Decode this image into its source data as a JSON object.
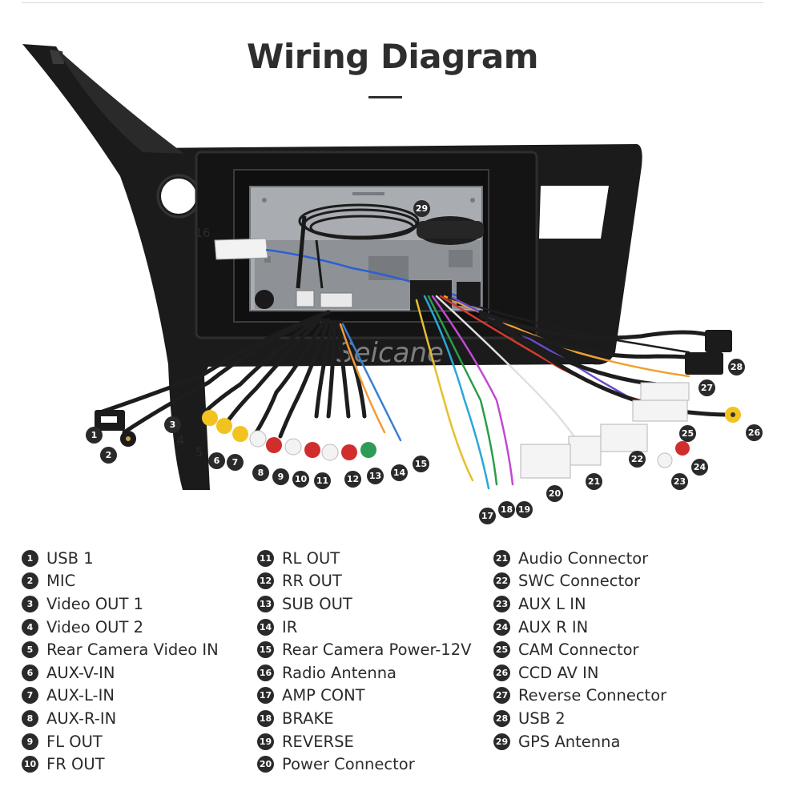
{
  "title": "Wiring Diagram",
  "watermark": "Seicane",
  "colors": {
    "title": "#2e2e2e",
    "panel": "#1b1b1c",
    "callout": "#2a2a2a"
  },
  "legend": {
    "col1": [
      {
        "num": "1",
        "label": "USB 1"
      },
      {
        "num": "2",
        "label": "MIC"
      },
      {
        "num": "3",
        "label": "Video OUT 1"
      },
      {
        "num": "4",
        "label": "Video OUT 2"
      },
      {
        "num": "5",
        "label": "Rear Camera Video IN"
      },
      {
        "num": "6",
        "label": "AUX-V-IN"
      },
      {
        "num": "7",
        "label": "AUX-L-IN"
      },
      {
        "num": "8",
        "label": "AUX-R-IN"
      },
      {
        "num": "9",
        "label": "FL OUT"
      },
      {
        "num": "10",
        "label": "FR OUT"
      }
    ],
    "col2": [
      {
        "num": "11",
        "label": "RL OUT"
      },
      {
        "num": "12",
        "label": "RR OUT"
      },
      {
        "num": "13",
        "label": "SUB OUT"
      },
      {
        "num": "14",
        "label": "IR"
      },
      {
        "num": "15",
        "label": "Rear Camera Power-12V"
      },
      {
        "num": "16",
        "label": "Radio Antenna"
      },
      {
        "num": "17",
        "label": "AMP CONT"
      },
      {
        "num": "18",
        "label": "BRAKE"
      },
      {
        "num": "19",
        "label": "REVERSE"
      },
      {
        "num": "20",
        "label": "Power Connector"
      }
    ],
    "col3": [
      {
        "num": "21",
        "label": "Audio Connector"
      },
      {
        "num": "22",
        "label": "SWC Connector"
      },
      {
        "num": "23",
        "label": "AUX L IN"
      },
      {
        "num": "24",
        "label": "AUX R IN"
      },
      {
        "num": "25",
        "label": "CAM Connector"
      },
      {
        "num": "26",
        "label": "CCD AV IN"
      },
      {
        "num": "27",
        "label": "Reverse Connector"
      },
      {
        "num": "28",
        "label": "USB 2"
      },
      {
        "num": "29",
        "label": "GPS Antenna"
      }
    ]
  },
  "callouts": [
    "1",
    "2",
    "3",
    "4",
    "5",
    "6",
    "7",
    "8",
    "9",
    "10",
    "11",
    "12",
    "13",
    "14",
    "15",
    "16",
    "17",
    "18",
    "19",
    "20",
    "21",
    "22",
    "23",
    "24",
    "25",
    "26",
    "27",
    "28",
    "29"
  ]
}
